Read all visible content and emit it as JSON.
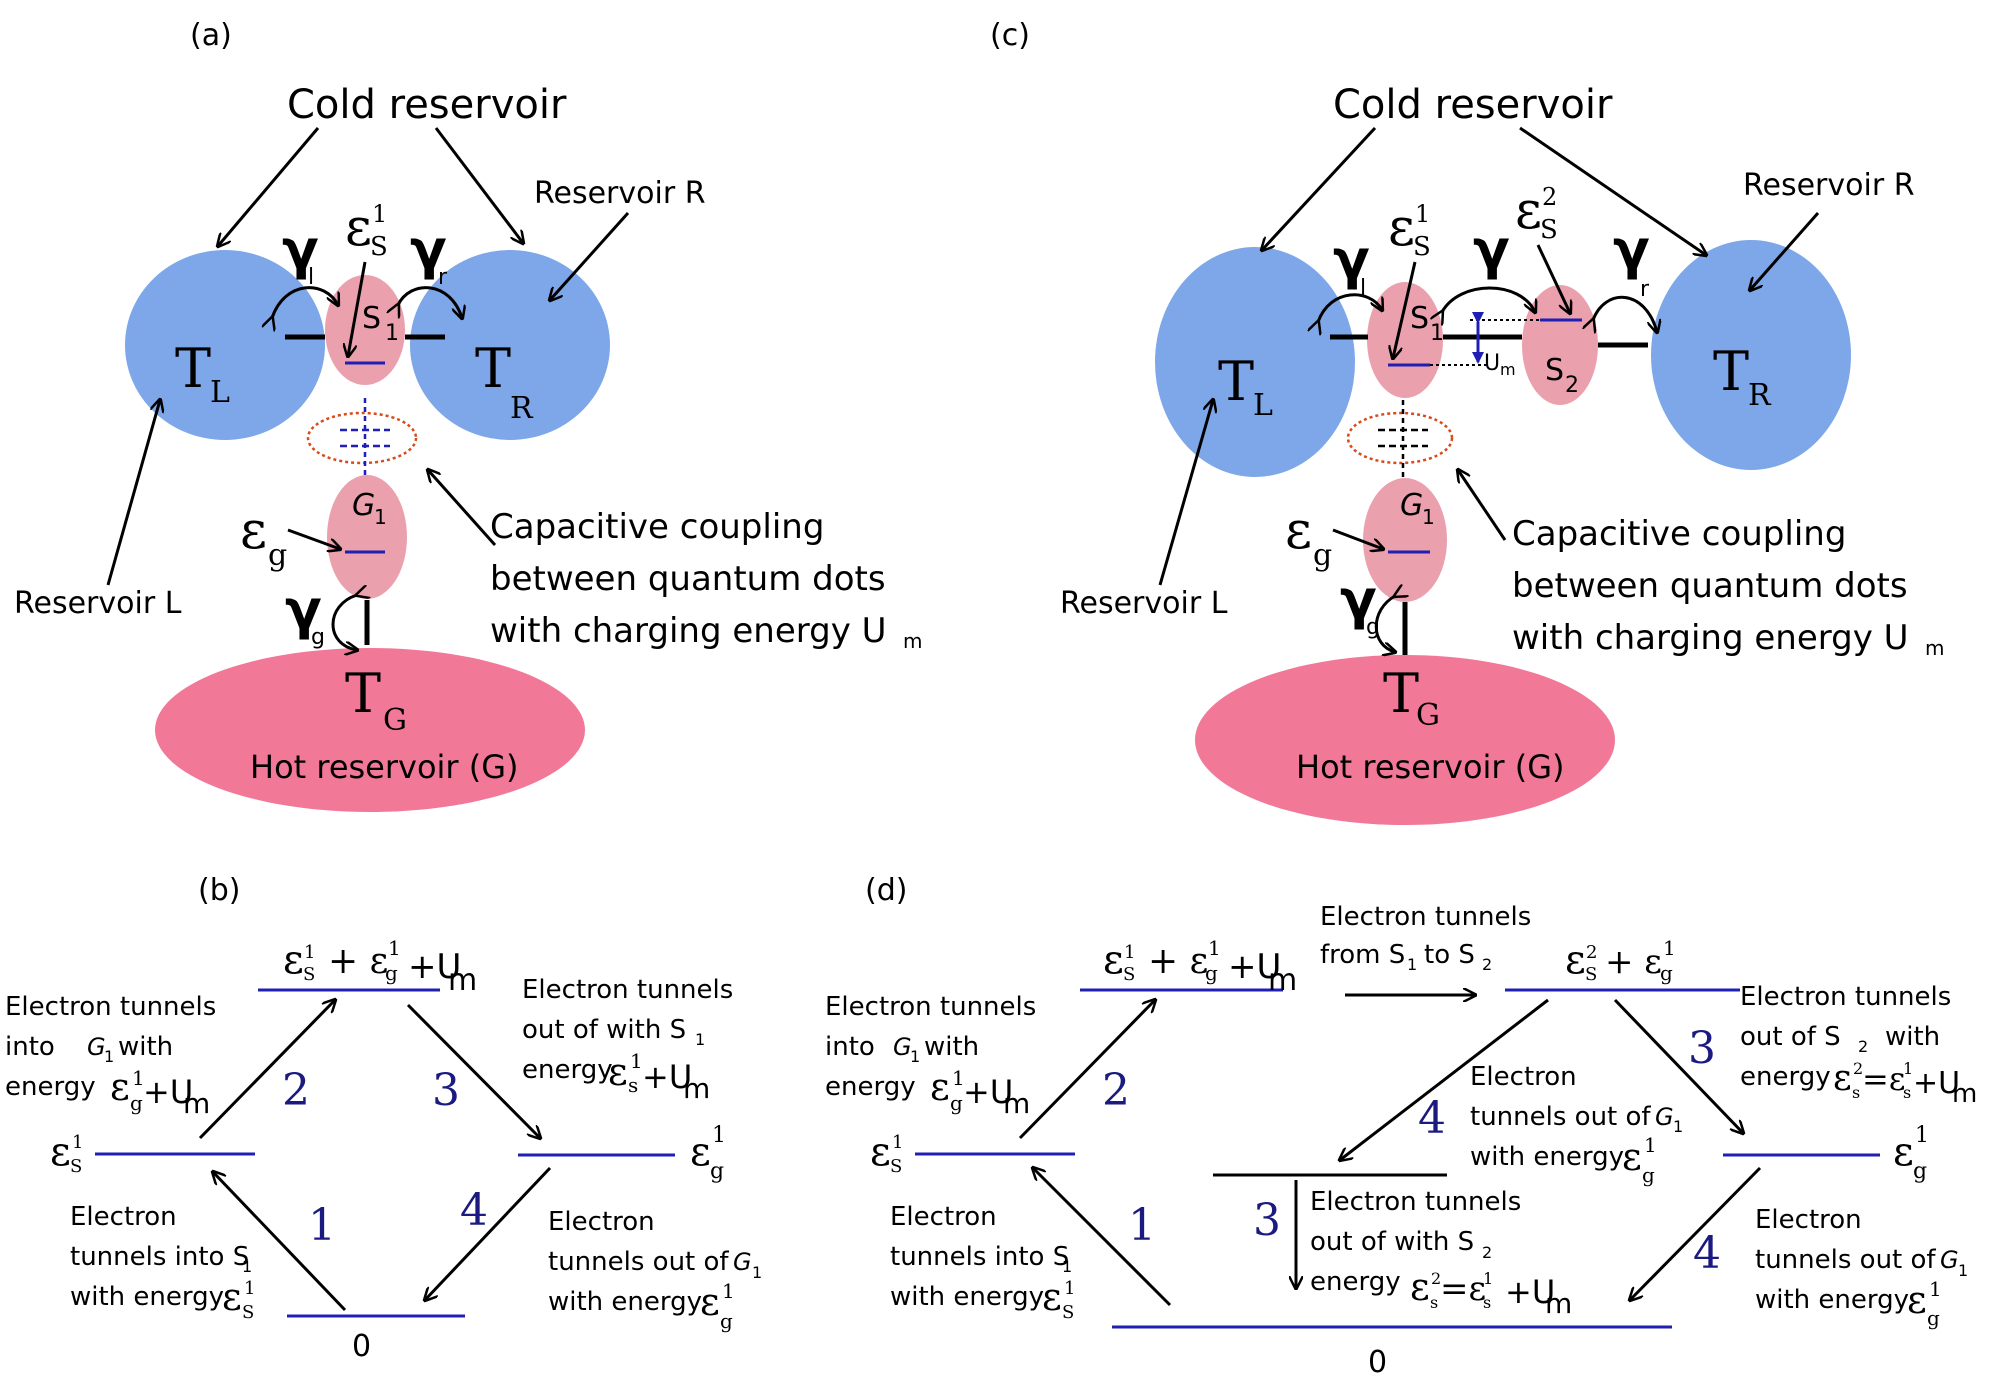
{
  "panels": {
    "a": "(a)",
    "b": "(b)",
    "c": "(c)",
    "d": "(d)"
  },
  "diagram_a": {
    "cold": "Cold reservoir",
    "res_r": "Reservoir R",
    "res_l": "Reservoir L",
    "gamma_l": "γ",
    "gamma_l_sub": "l",
    "gamma_r": "γ",
    "gamma_r_sub": "r",
    "gamma_g": "γ",
    "gamma_g_sub": "g",
    "eps_s": "ε",
    "eps_s_sub": "S",
    "eps_s_sup": "1",
    "s1": "S",
    "s1_sub": "1",
    "g1": "G",
    "g1_sub": "1",
    "eps_g": "ε",
    "eps_g_sub": "g",
    "tl": "T",
    "tl_sub": "L",
    "tr": "T",
    "tr_sub": "R",
    "tg": "T",
    "tg_sub": "G",
    "hot": "Hot reservoir (G)",
    "cap1": "Capacitive coupling",
    "cap2": "between quantum dots",
    "cap3": "with charging energy U",
    "cap3_sub": "m"
  },
  "diagram_c": {
    "cold": "Cold reservoir",
    "res_r": "Reservoir R",
    "res_l": "Reservoir L",
    "gamma_l": "γ",
    "gamma_l_sub": "l",
    "gamma": "γ",
    "gamma_r": "γ",
    "gamma_r_sub": "r",
    "gamma_g": "γ",
    "gamma_g_sub": "g",
    "eps_s1": "ε",
    "eps_s1_sub": "S",
    "eps_s1_sup": "1",
    "eps_s2": "ε",
    "eps_s2_sub": "S",
    "eps_s2_sup": "2",
    "s1": "S",
    "s1_sub": "1",
    "s2": "S",
    "s2_sub": "2",
    "um": "U",
    "um_sub": "m",
    "g1": "G",
    "g1_sub": "1",
    "eps_g": "ε",
    "eps_g_sub": "g",
    "tl": "T",
    "tl_sub": "L",
    "tr": "T",
    "tr_sub": "R",
    "tg": "T",
    "tg_sub": "G",
    "hot": "Hot reservoir (G)",
    "cap1": "Capacitive coupling",
    "cap2": "between quantum dots",
    "cap3": "with charging energy U",
    "cap3_sub": "m"
  },
  "diagram_b": {
    "top_level": "ε",
    "top_level_rest1": "S",
    "top_level_rest2": "1",
    "top_plus": "+ ε",
    "top_g": "g",
    "top_g1": "1",
    "top_um": "+U",
    "top_um_sub": "m",
    "left_level": "ε",
    "left_sub": "S",
    "left_sup": "1",
    "right_level": "ε",
    "right_sub": "g",
    "right_sup": "1",
    "zero": "0",
    "n1": "1",
    "n2": "2",
    "n3": "3",
    "n4": "4",
    "t2_l1": "Electron tunnels",
    "t2_l2": "into",
    "t2_l2b": "G",
    "t2_l2c": "1",
    "t2_l2d": "with",
    "t2_l3": "energy",
    "t2_eq": "ε",
    "t2_eq_sub": "g",
    "t2_eq_sup": "1",
    "t2_eq_rest": "+U",
    "t2_eq_m": "m",
    "t3_l1": "Electron tunnels",
    "t3_l2": "out of with S",
    "t3_l2s": "1",
    "t3_l3": "energy",
    "t3_eq": "ε",
    "t3_eq_sub": "s",
    "t3_eq_sup": "1",
    "t3_eq_rest": "+U",
    "t3_eq_m": "m",
    "t1_l1": "Electron",
    "t1_l2": "tunnels into S",
    "t1_l2s": "1",
    "t1_l3": "with energy",
    "t1_eq": "ε",
    "t1_eq_sub": "S",
    "t1_eq_sup": "1",
    "t4_l1": "Electron",
    "t4_l2": "tunnels out of",
    "t4_l2g": "G",
    "t4_l2s": "1",
    "t4_l3": "with energy",
    "t4_eq": "ε",
    "t4_eq_sub": "g",
    "t4_eq_sup": "1"
  },
  "diagram_d": {
    "top_level": "ε",
    "top_s": "S",
    "top_s1": "1",
    "top_plus": "+ ε",
    "top_g": "g",
    "top_g1": "1",
    "top_um": "+U",
    "top_um_sub": "m",
    "mid_tunnel_l1": "Electron tunnels",
    "mid_tunnel_l2": "from S",
    "mid_tunnel_l2s": "1",
    "mid_tunnel_l2b": "to S",
    "mid_tunnel_l2bs": "2",
    "right_top": "ε",
    "right_top_sub": "S",
    "right_top_sup": "2",
    "right_top_plus": "+ ε",
    "right_top_g": "g",
    "right_top_g1": "1",
    "left_level": "ε",
    "left_sub": "S",
    "left_sup": "1",
    "right_level": "ε",
    "right_sub": "g",
    "right_sup": "1",
    "zero": "0",
    "n1": "1",
    "n2": "2",
    "n3a": "3",
    "n3b": "3",
    "n4a": "4",
    "n4b": "4",
    "t2_l1": "Electron tunnels",
    "t2_l2": "into",
    "t2_l2b": "G",
    "t2_l2c": "1",
    "t2_l2d": "with",
    "t2_l3": "energy",
    "t2_eq": "ε",
    "t2_eq_sub": "g",
    "t2_eq_sup": "1",
    "t2_eq_rest": "+U",
    "t2_eq_m": "m",
    "t1_l1": "Electron",
    "t1_l2": "tunnels into S",
    "t1_l2s": "1",
    "t1_l3": "with energy",
    "t1_eq": "ε",
    "t1_eq_sub": "S",
    "t1_eq_sup": "1",
    "tr3_l1": "Electron tunnels",
    "tr3_l2": "out of S",
    "tr3_l2s": "2",
    "tr3_l2b": "with",
    "tr3_l3": "energy",
    "tr3_eq": "ε",
    "tr3_eq_sub": "s",
    "tr3_eq_sup": "2",
    "tr3_eq_mid": "=ε",
    "tr3_eq_sub2": "s",
    "tr3_eq_sup2": "1",
    "tr3_eq_rest": "+U",
    "tr3_eq_m": "m",
    "tm4_l1": "Electron",
    "tm4_l2": "tunnels out of",
    "tm4_l2g": "G",
    "tm4_l2s": "1",
    "tm4_l3": "with energy",
    "tm4_eq": "ε",
    "tm4_eq_sub": "g",
    "tm4_eq_sup": "1",
    "tb3_l1": "Electron tunnels",
    "tb3_l2": "out of with S",
    "tb3_l2s": "2",
    "tb3_l3": "energy",
    "tb3_eq": "ε",
    "tb3_eq_sub": "s",
    "tb3_eq_sup": "2",
    "tb3_eq_mid": "=ε",
    "tb3_eq_sub2": "s",
    "tb3_eq_sup2": "1",
    "tb3_eq_rest": "+U",
    "tb3_eq_m": "m",
    "tr4_l1": "Electron",
    "tr4_l2": "tunnels out of",
    "tr4_l2g": "G",
    "tr4_l2s": "1",
    "tr4_l3": "with energy",
    "tr4_eq": "ε",
    "tr4_eq_sub": "g",
    "tr4_eq_sup": "1"
  },
  "colors": {
    "cold_blue": "#7da7e8",
    "hot_pink": "#f27898",
    "dot_pink": "#eba0ae",
    "level_blue": "#1f1fb4",
    "step_number": "#1a1a80",
    "coupling_red": "#d94a1a"
  }
}
